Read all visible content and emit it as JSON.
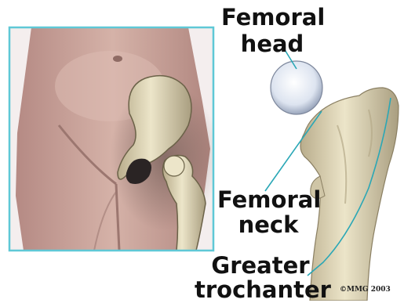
{
  "labels": {
    "femoral_head": [
      "Femoral",
      "head"
    ],
    "femoral_neck": [
      "Femoral",
      "neck"
    ],
    "greater_trochanter": [
      "Greater",
      "trochanter"
    ]
  },
  "copyright": "©MMG 2003",
  "colors": {
    "frame": "#5fc8d6",
    "leader_line": "#2aa7b6",
    "skin": "#c9a49a",
    "bone": "#dcd3b4",
    "cartilage": "#dfe6f2"
  }
}
